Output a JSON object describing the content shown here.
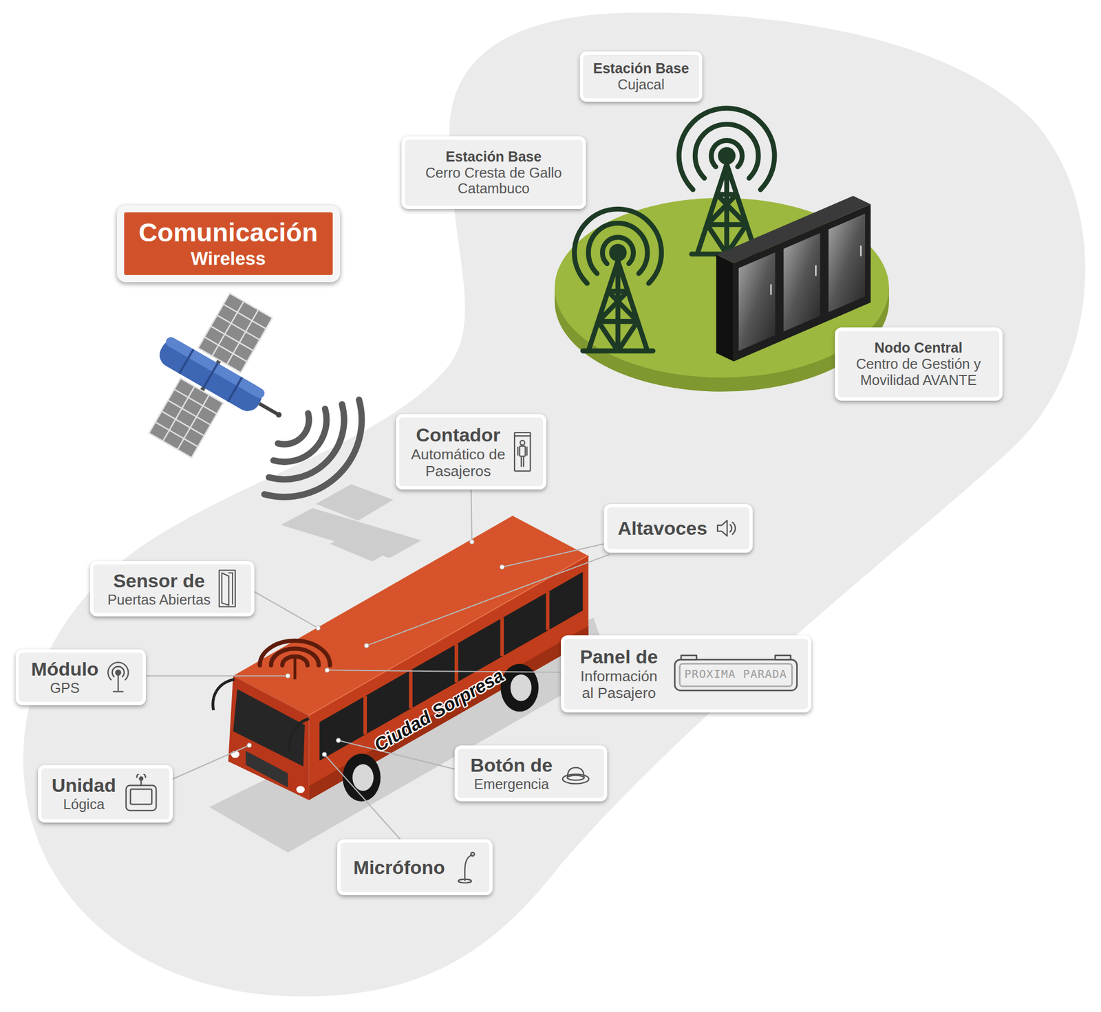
{
  "diagram": {
    "nodes": [
      {
        "text": [
          "Estación Base",
          "Cujacal"
        ]
      },
      {
        "text": [
          "Estación Base",
          "Cerro Cresta de Gallo Catambuco"
        ]
      },
      {
        "text": [
          "Comunicación",
          "Wireless"
        ]
      },
      {
        "text": [
          "Nodo Central",
          "Centro de Gestión y Movilidad AVANTE"
        ]
      },
      {
        "text": [
          "Contador",
          "Automático de Pasajeros"
        ]
      },
      {
        "text": [
          "Altavoces"
        ]
      },
      {
        "text": [
          "Sensor de",
          "Puertas Abiertas"
        ]
      },
      {
        "text": [
          "Módulo",
          "GPS"
        ]
      },
      {
        "text": [
          "Panel de",
          "Información al Pasajero"
        ]
      },
      {
        "text": [
          "Botón de",
          "Emergencia"
        ]
      },
      {
        "text": [
          "Unidad",
          "Lógica"
        ]
      },
      {
        "text": [
          "Micrófono"
        ]
      }
    ],
    "labels": [
      "Ciudad Sorpresa",
      "PROXIMA PARADA"
    ]
  }
}
